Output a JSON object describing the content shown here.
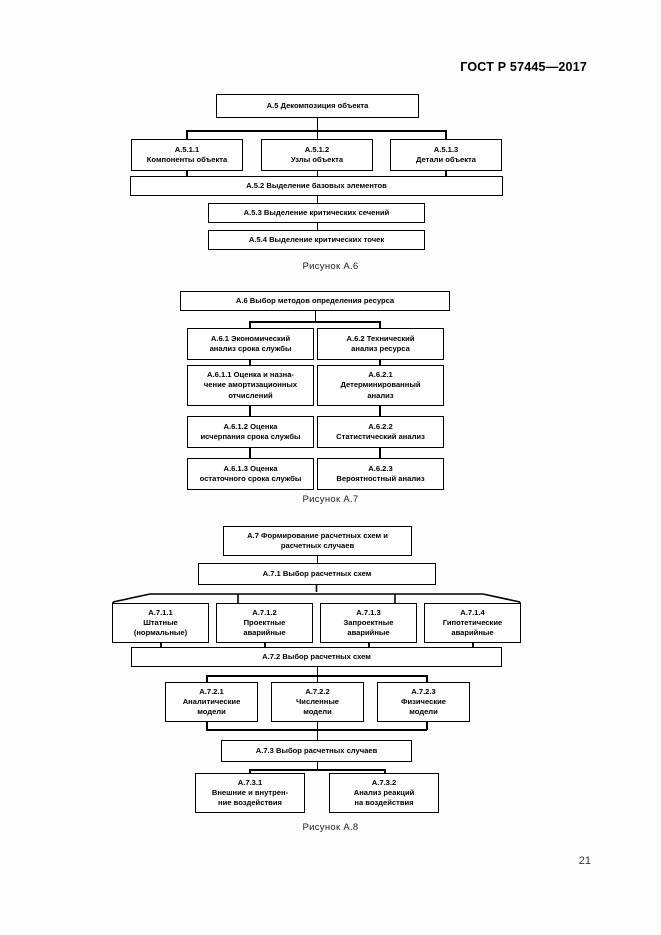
{
  "document": {
    "standard_header": "ГОСТ Р 57445—2017",
    "page_number": "21"
  },
  "figures": [
    {
      "id": "figure-a6",
      "caption": "Рисунок А.6",
      "nodes": [
        {
          "key": "a5",
          "label": "А.5 Декомпозиция объекта"
        },
        {
          "key": "a511",
          "label_line1": "А.5.1.1",
          "label_line2": "Компоненты объекта"
        },
        {
          "key": "a512",
          "label_line1": "А.5.1.2",
          "label_line2": "Узлы объекта"
        },
        {
          "key": "a513",
          "label_line1": "А.5.1.3",
          "label_line2": "Детали объекта"
        },
        {
          "key": "a52",
          "label": "А.5.2 Выделение базовых элементов"
        },
        {
          "key": "a53",
          "label": "А.5.3 Выделение критических сечений"
        },
        {
          "key": "a54",
          "label": "А.5.4 Выделение критических точек"
        }
      ]
    },
    {
      "id": "figure-a7",
      "caption": "Рисунок А.7",
      "nodes": [
        {
          "key": "a6",
          "label": "А.6 Выбор методов определения ресурса"
        },
        {
          "key": "a61",
          "label_line1": "А.6.1 Экономический",
          "label_line2": "анализ срока службы"
        },
        {
          "key": "a62",
          "label_line1": "А.6.2 Технический",
          "label_line2": "анализ ресурса"
        },
        {
          "key": "a611",
          "label_line1": "А.6.1.1 Оценка и назна-",
          "label_line2": "чение амортизационных",
          "label_line3": "отчислений"
        },
        {
          "key": "a621",
          "label_line1": "А.6.2.1",
          "label_line2": "Детерминированный",
          "label_line3": "анализ"
        },
        {
          "key": "a612",
          "label_line1": "А.6.1.2 Оценка",
          "label_line2": "исчерпания срока службы"
        },
        {
          "key": "a622",
          "label_line1": "А.6.2.2",
          "label_line2": "Статистический анализ"
        },
        {
          "key": "a613",
          "label_line1": "А.6.1.3 Оценка",
          "label_line2": "остаточного срока службы"
        },
        {
          "key": "a623",
          "label_line1": "А.6.2.3",
          "label_line2": "Вероятностный анализ"
        }
      ]
    },
    {
      "id": "figure-a8",
      "caption": "Рисунок А.8",
      "nodes": [
        {
          "key": "a7",
          "label_line1": "А.7 Формирование расчетных схем и",
          "label_line2": "расчетных случаев"
        },
        {
          "key": "a71",
          "label": "А.7.1 Выбор расчетных схем"
        },
        {
          "key": "a711",
          "label_line1": "А.7.1.1",
          "label_line2": "Штатные",
          "label_line3": "(нормальные)"
        },
        {
          "key": "a712",
          "label_line1": "А.7.1.2",
          "label_line2": "Проектные",
          "label_line3": "аварийные"
        },
        {
          "key": "a713",
          "label_line1": "А.7.1.3",
          "label_line2": "Запроектные",
          "label_line3": "аварийные"
        },
        {
          "key": "a714",
          "label_line1": "А.7.1.4",
          "label_line2": "Гипотетические",
          "label_line3": "аварийные"
        },
        {
          "key": "a72",
          "label": "А.7.2 Выбор расчетных схем"
        },
        {
          "key": "a721",
          "label_line1": "А.7.2.1",
          "label_line2": "Аналитические",
          "label_line3": "модели"
        },
        {
          "key": "a722",
          "label_line1": "А.7.2.2",
          "label_line2": "Численные",
          "label_line3": "модели"
        },
        {
          "key": "a723",
          "label_line1": "А.7.2.3",
          "label_line2": "Физические",
          "label_line3": "модели"
        },
        {
          "key": "a73",
          "label": "А.7.3 Выбор расчетных случаев"
        },
        {
          "key": "a731",
          "label_line1": "А.7.3.1",
          "label_line2": "Внешние и внутрен-",
          "label_line3": "ние воздействия"
        },
        {
          "key": "a732",
          "label_line1": "А.7.3.2",
          "label_line2": "Анализ реакций",
          "label_line3": "на воздействия"
        }
      ]
    }
  ]
}
